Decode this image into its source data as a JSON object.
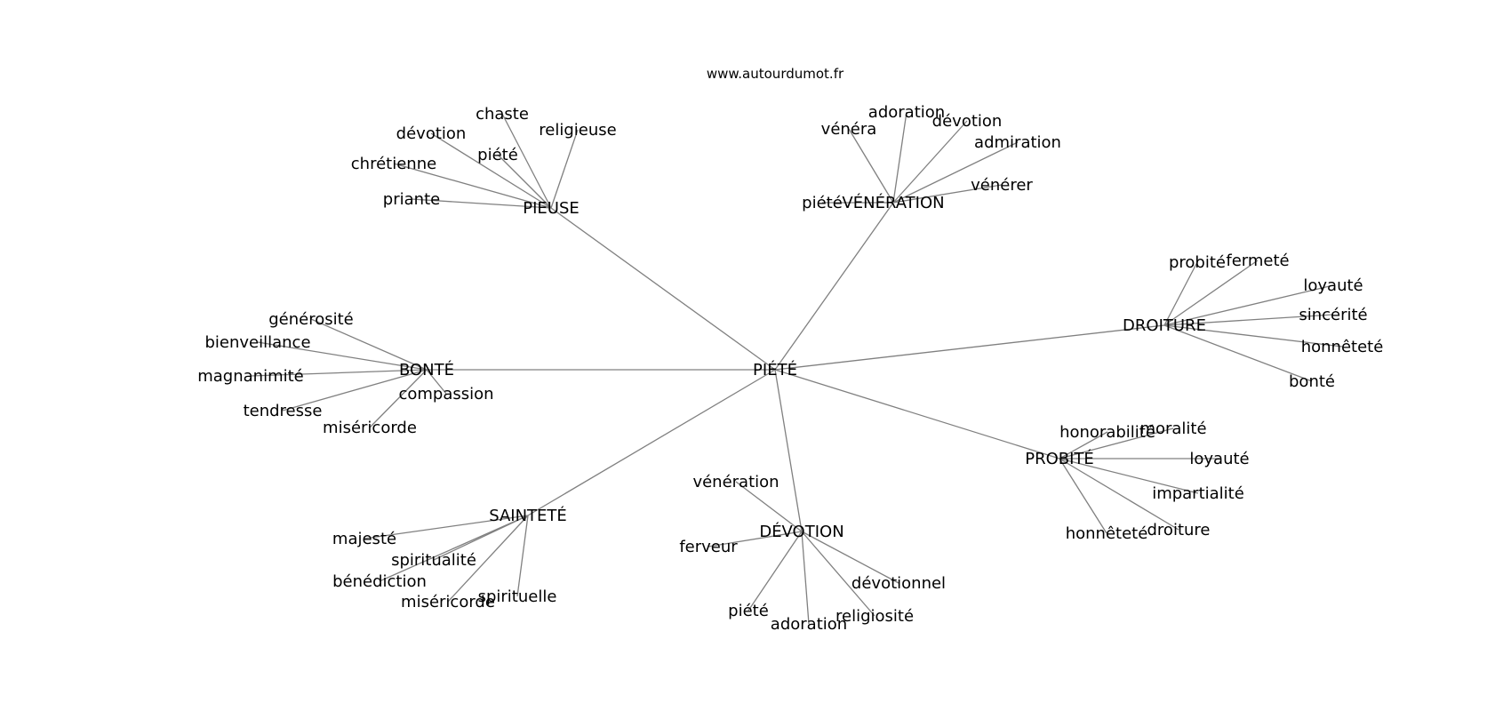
{
  "site": "www.autourdumot.fr",
  "root": "PIÉTÉ",
  "clusters": [
    {
      "label": "PIEUSE",
      "leaves": [
        "chaste",
        "religieuse",
        "dévotion",
        "piété",
        "chrétienne",
        "priante"
      ]
    },
    {
      "label": "VÉNÉRATION",
      "leaves": [
        "adoration",
        "vénéra",
        "dévotion",
        "admiration",
        "vénérer",
        "piété"
      ]
    },
    {
      "label": "DROITURE",
      "leaves": [
        "probité",
        "fermeté",
        "loyauté",
        "sincérité",
        "honnêteté",
        "bonté"
      ]
    },
    {
      "label": "PROBITÉ",
      "leaves": [
        "honorabilité",
        "moralité",
        "loyauté",
        "impartialité",
        "honnêteté",
        "droiture"
      ]
    },
    {
      "label": "DÉVOTION",
      "leaves": [
        "vénération",
        "ferveur",
        "dévotionnel",
        "religiosité",
        "piété",
        "adoration"
      ]
    },
    {
      "label": "SAINTETÉ",
      "leaves": [
        "majesté",
        "spiritualité",
        "bénédiction",
        "miséricorde",
        "spirituelle"
      ]
    },
    {
      "label": "BONTÉ",
      "leaves": [
        "générosité",
        "bienveillance",
        "magnanimité",
        "tendresse",
        "compassion",
        "miséricorde"
      ]
    }
  ]
}
